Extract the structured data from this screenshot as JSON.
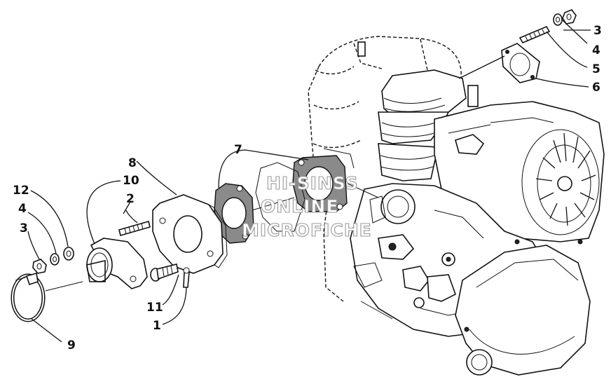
{
  "diagram": {
    "callouts": {
      "c3_top": "3",
      "c4_top": "4",
      "c5": "5",
      "c6": "6",
      "c7": "7",
      "c8": "8",
      "c10": "10",
      "c2": "2",
      "c12": "12",
      "c4_left": "4",
      "c3_left": "3",
      "c11": "11",
      "c1": "1",
      "c9": "9"
    },
    "watermark": {
      "line1": "HI-SINSS",
      "line2": "ONLINE",
      "line3": "MICROFICHE"
    }
  }
}
